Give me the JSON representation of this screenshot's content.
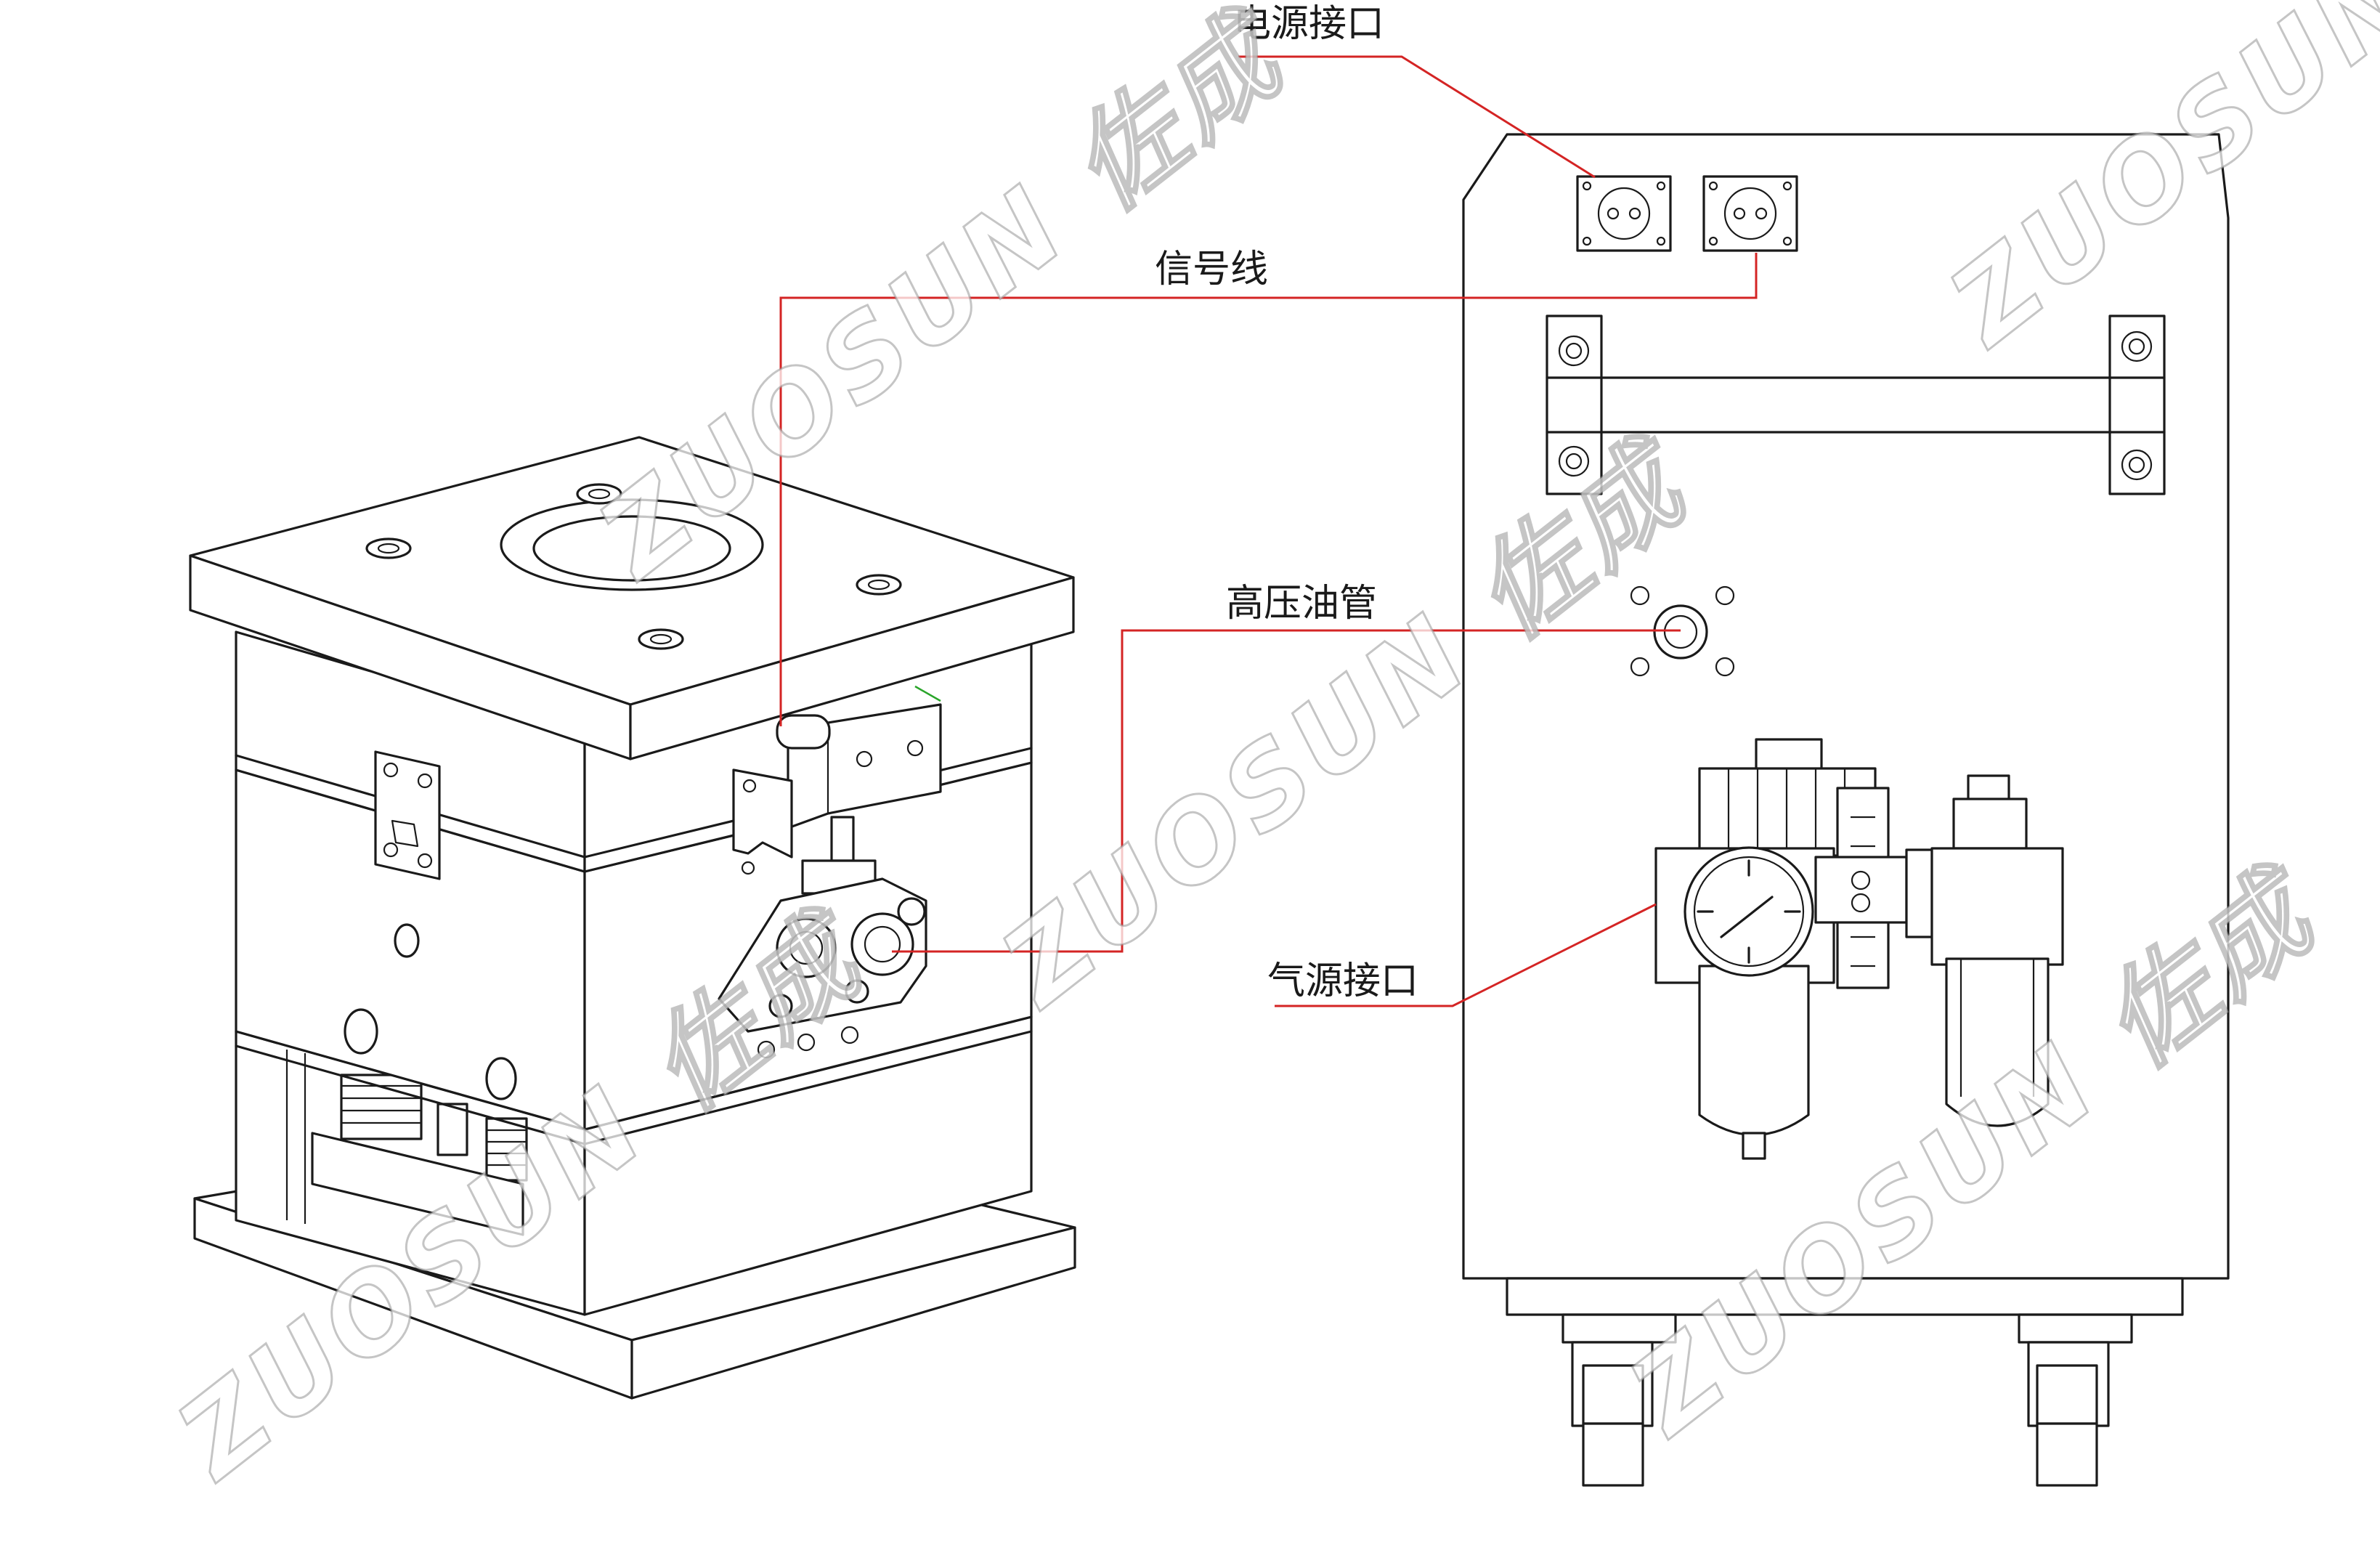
{
  "labels": {
    "power_port": "电源接口",
    "signal_line": "信号线",
    "high_pressure_oil_pipe": "高压油管",
    "air_source_port": "气源接口"
  },
  "watermark": {
    "text": "ZUOSUN 佐成"
  },
  "colors": {
    "callout": "#d42424",
    "line": "#1a1a1a",
    "background": "#ffffff"
  }
}
